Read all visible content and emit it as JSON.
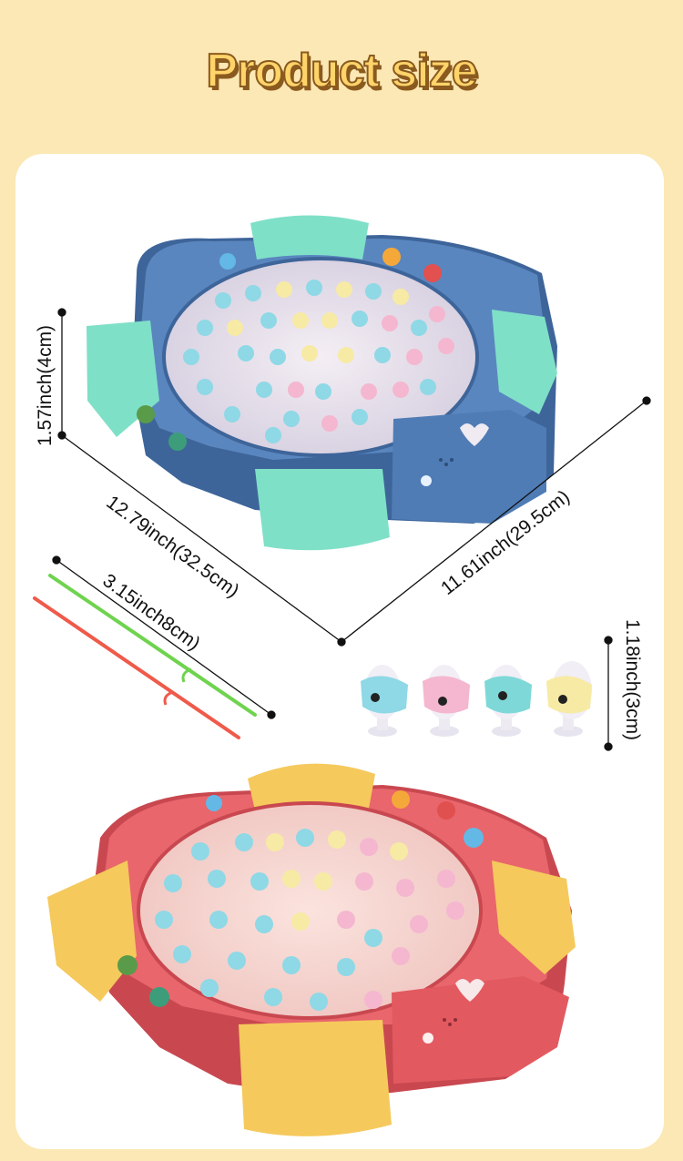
{
  "header": {
    "title": "Product size"
  },
  "dimensions": {
    "height_main": "1.57inch(4cm)",
    "length_main": "12.79inch(32.5cm)",
    "width_main": "11.61inch(29.5cm)",
    "rod_length": "3.15inch8cm)",
    "fish_height": "1.18inch(3cm)"
  },
  "colors": {
    "background": "#fce8b4",
    "card": "#ffffff",
    "title_fill": "#ffd46a",
    "title_outline": "#8a5a1e",
    "blue_base": "#4f7cb5",
    "mint_basket": "#7fe0c8",
    "red_base": "#e25a60",
    "yellow_basket": "#f5c95c"
  }
}
